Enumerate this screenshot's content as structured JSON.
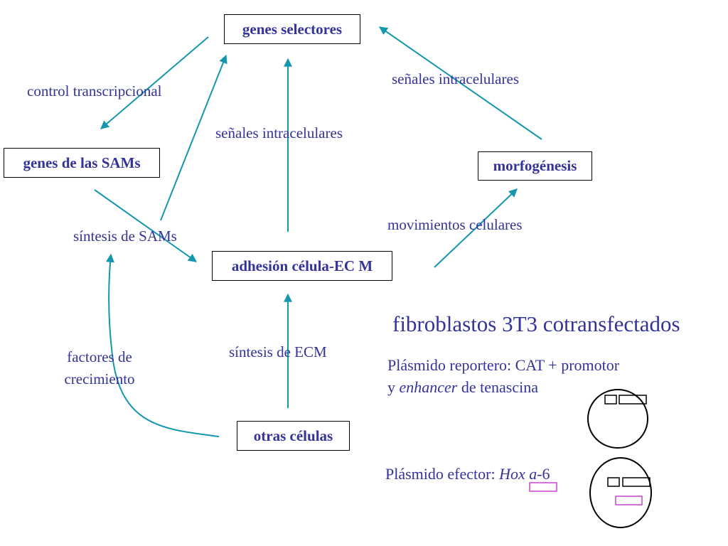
{
  "colors": {
    "text": "#333399",
    "arrow": "#1497ad",
    "box_border": "#000000",
    "effector": "#cc44cc"
  },
  "nodes": {
    "genes_selectores": "genes selectores",
    "genes_sams": "genes de las SAMs",
    "morfogenesis": "morfogénesis",
    "adhesion": "adhesión célula-EC  M",
    "otras_celulas": "otras células"
  },
  "labels": {
    "control_transcripcional": "control transcripcional",
    "senales_intracelulares_top": "señales intracelulares",
    "senales_intracelulares_mid": "señales intracelulares",
    "sintesis_sams": "síntesis de SAMs",
    "movimientos_celulares": "movimientos celulares",
    "sintesis_ecm": "síntesis de ECM",
    "factores_line1": "factores de",
    "factores_line2": "crecimiento"
  },
  "experiment": {
    "title": "fibroblastos 3T3 cotransfectados",
    "reporter_line1": "Plásmido reportero: CAT +  promotor",
    "reporter_line2_prefix": "y ",
    "reporter_line2_italic": "enhancer",
    "reporter_line2_suffix": " de tenascina",
    "effector_prefix": "Plásmido efector: ",
    "effector_italic_1": "Hox",
    "effector_space": " ",
    "effector_italic_2": "a",
    "effector_suffix": "-6"
  }
}
